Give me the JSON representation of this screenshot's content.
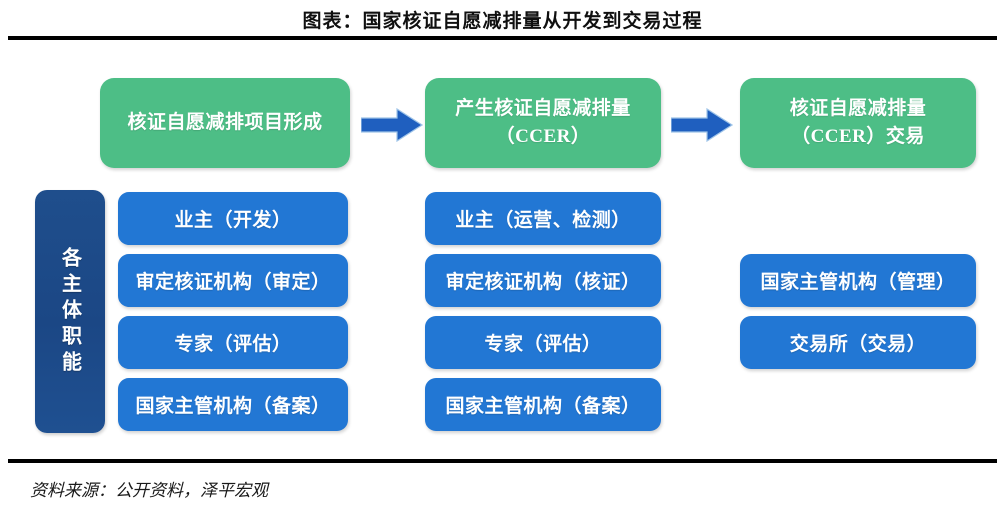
{
  "title": "图表：国家核证自愿减排量从开发到交易过程",
  "source_note": "资料来源：公开资料，泽平宏观",
  "colors": {
    "stage_green": "#4DBE86",
    "role_blue": "#2277D4",
    "axis_navy": "#1F4E8C",
    "arrow_blue": "#1F5FBF",
    "rule_black": "#000000",
    "text_white": "#FFFFFF"
  },
  "flow": {
    "stages": [
      {
        "label": "核证自愿减排项目形成"
      },
      {
        "label": "产生核证自愿减排量\n（CCER）"
      },
      {
        "label": "核证自愿减排量\n（CCER）交易"
      }
    ],
    "arrows": [
      {
        "name": "arrow-stage-1-to-2",
        "direction": "right"
      },
      {
        "name": "arrow-stage-2-to-3",
        "direction": "right"
      }
    ]
  },
  "roles": {
    "axis_label": "各主体职能",
    "columns": [
      {
        "stage_index": 1,
        "items": [
          "业主（开发）",
          "审定核证机构（审定）",
          "专家（评估）",
          "国家主管机构（备案）"
        ]
      },
      {
        "stage_index": 2,
        "items": [
          "业主（运营、检测）",
          "审定核证机构（核证）",
          "专家（评估）",
          "国家主管机构（备案）"
        ]
      },
      {
        "stage_index": 3,
        "items": [
          "国家主管机构（管理）",
          "交易所（交易）"
        ]
      }
    ]
  }
}
